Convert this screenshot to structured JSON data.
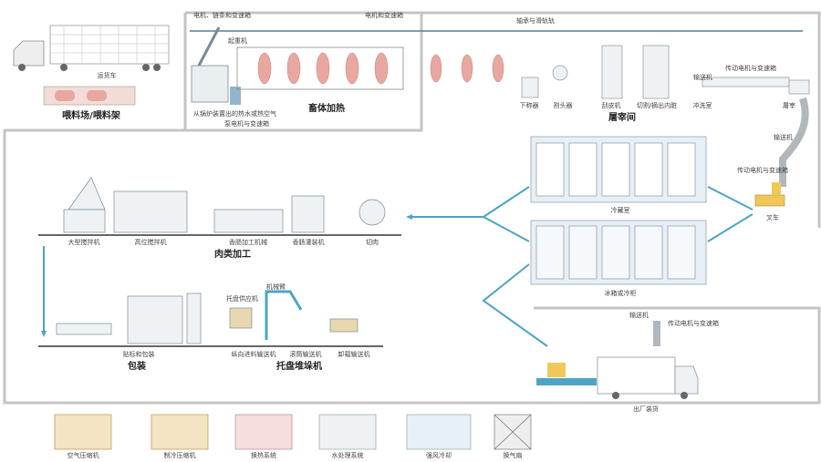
{
  "stage_labels": {
    "transport_truck": "运货车",
    "yard": "喂料场/喂料架",
    "motor_chain_top": "电机、链条和变速箱",
    "motor_gear_top2": "电机和变速箱",
    "rail": "轴承与滑轨轨",
    "lift": "起重机",
    "hot_water": "从锅炉装置出的热水或热空气",
    "pump": "泵电机与变速箱",
    "carcass_heat": "畜体加热",
    "weigh": "下称器",
    "stun": "割头器",
    "scald": "刮皮机",
    "cut_remove": "切割/摘出内脏",
    "cleaning": "冲洗室",
    "conveyor_top": "输送机",
    "motor_gear_top": "传动电机与变速箱",
    "pork": "屠宰",
    "slaughter_room": "屠宰间",
    "conveyor_right": "输送机",
    "motor_gear_right": "传动电机与变速箱",
    "forklift": "叉车",
    "cold_room": "冷藏室",
    "freezer_room": "冰箱或冷柜",
    "grinder": "大型搅拌机",
    "mixer": "高位搅拌机",
    "sausage": "香肠加工机械",
    "sausage2": "香肠灌装机",
    "slicer": "切肉",
    "meat_processing": "肉类加工",
    "conveyor_mid": "输送机",
    "motor_gear_mid": "传动电机与变速箱",
    "packer": "贴标和包装",
    "packaging": "包装",
    "palletizer_in": "托盘供应机",
    "robot": "机械臂",
    "conv_in": "纵向进料输送机",
    "conv_out": "滚筒输送机",
    "conv_unload": "卸载输送机",
    "palletizing": "托盘堆垛机",
    "shipping": "出厂装货"
  },
  "legend": [
    {
      "label": "空气压缩机"
    },
    {
      "label": "制冷压缩机"
    },
    {
      "label": "换热系统"
    },
    {
      "label": "水处理系统"
    },
    {
      "label": "强风冷却"
    },
    {
      "label": "换气扇"
    }
  ],
  "colors": {
    "line": "#bdbdbd",
    "flow": "#4fa3c7",
    "meat": "#e8a7a0",
    "panel": "#e6f0f6",
    "frame": "#9aa5ad"
  }
}
